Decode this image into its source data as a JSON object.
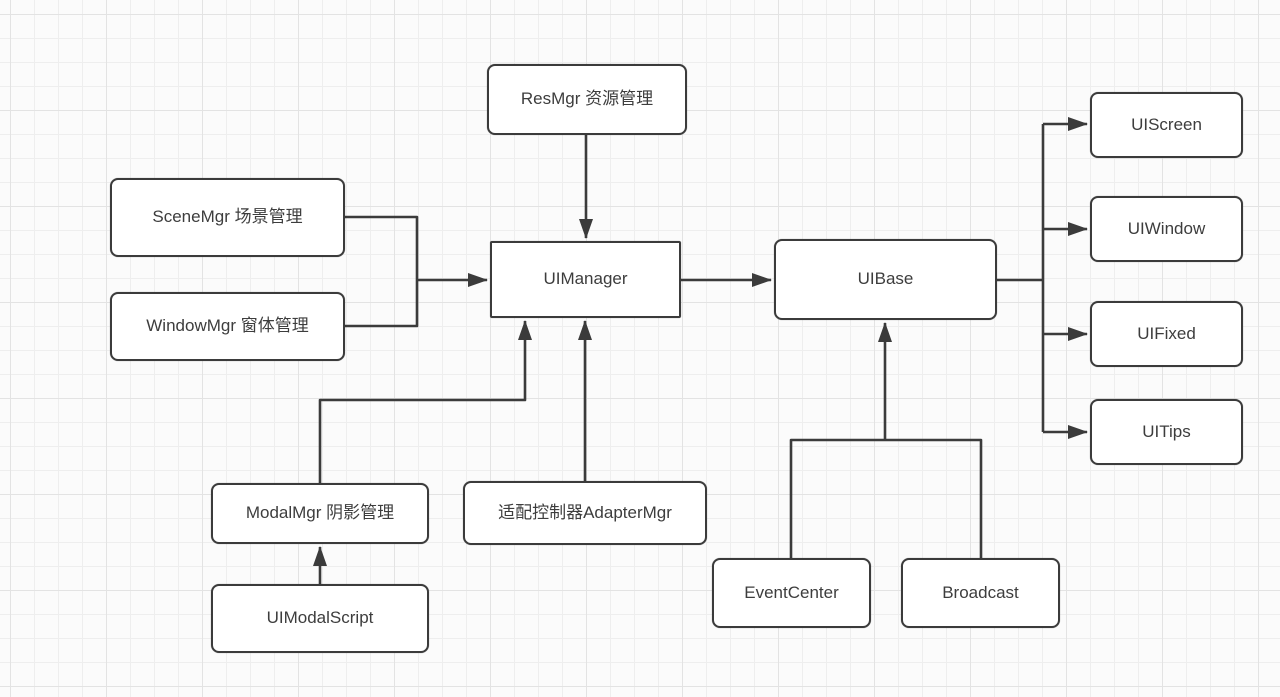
{
  "diagram": {
    "colors": {
      "stroke": "#3b3b3b",
      "node_fill": "#ffffff",
      "text": "#3d3d3d",
      "canvas_bg": "#fbfbfb",
      "grid_minor": "#eeeeee",
      "grid_major": "#e3e3e3"
    },
    "nodes": {
      "resmgr": {
        "label": "ResMgr 资源管理"
      },
      "scenemgr": {
        "label": "SceneMgr 场景管理"
      },
      "windowmgr": {
        "label": "WindowMgr 窗体管理"
      },
      "uimanager": {
        "label": "UIManager"
      },
      "uibase": {
        "label": "UIBase"
      },
      "uiscreen": {
        "label": "UIScreen"
      },
      "uiwindow": {
        "label": "UIWindow"
      },
      "uifixed": {
        "label": "UIFixed"
      },
      "uitips": {
        "label": "UITips"
      },
      "modalmgr": {
        "label": "ModalMgr 阴影管理"
      },
      "uimodalscript": {
        "label": "UIModalScript"
      },
      "adaptermgr": {
        "label": "适配控制器AdapterMgr"
      },
      "eventcenter": {
        "label": "EventCenter"
      },
      "broadcast": {
        "label": "Broadcast"
      }
    },
    "edges": [
      {
        "from": "resmgr",
        "to": "uimanager",
        "arrow": true
      },
      {
        "from": "scenemgr",
        "to": "uimanager",
        "arrow": true,
        "note": "merged with windowmgr"
      },
      {
        "from": "windowmgr",
        "to": "uimanager",
        "arrow": true,
        "note": "merged with scenemgr"
      },
      {
        "from": "uimanager",
        "to": "uibase",
        "arrow": true
      },
      {
        "from": "modalmgr",
        "to": "uimanager",
        "arrow": true
      },
      {
        "from": "adaptermgr",
        "to": "uimanager",
        "arrow": true
      },
      {
        "from": "uimodalscript",
        "to": "modalmgr",
        "arrow": true
      },
      {
        "from": "eventcenter",
        "to": "uibase",
        "arrow": true,
        "note": "merged with broadcast"
      },
      {
        "from": "broadcast",
        "to": "uibase",
        "arrow": true,
        "note": "merged with eventcenter"
      },
      {
        "from": "uibase",
        "to": "uiscreen",
        "arrow": true
      },
      {
        "from": "uibase",
        "to": "uiwindow",
        "arrow": true
      },
      {
        "from": "uibase",
        "to": "uifixed",
        "arrow": true
      },
      {
        "from": "uibase",
        "to": "uitips",
        "arrow": true
      }
    ]
  }
}
